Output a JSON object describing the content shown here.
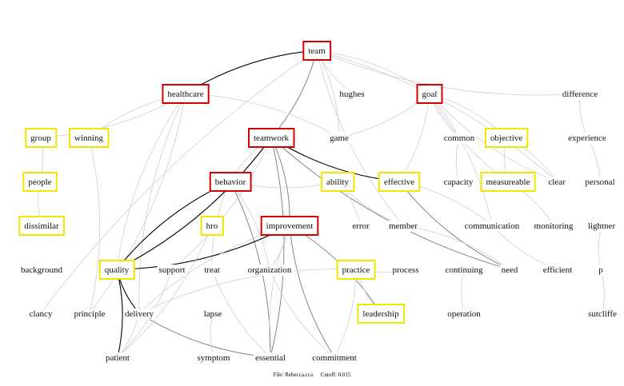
{
  "nodes": [
    {
      "id": "team",
      "label": "team",
      "style": "red"
    },
    {
      "id": "healthcare",
      "label": "healthcare",
      "style": "red"
    },
    {
      "id": "hughes",
      "label": "hughes",
      "style": "plain"
    },
    {
      "id": "goal",
      "label": "goal",
      "style": "red"
    },
    {
      "id": "difference",
      "label": "difference",
      "style": "plain"
    },
    {
      "id": "group",
      "label": "group",
      "style": "yellow"
    },
    {
      "id": "winning",
      "label": "winning",
      "style": "yellow"
    },
    {
      "id": "teamwork",
      "label": "teamwork",
      "style": "red"
    },
    {
      "id": "game",
      "label": "game",
      "style": "plain"
    },
    {
      "id": "common",
      "label": "common",
      "style": "plain"
    },
    {
      "id": "objective",
      "label": "objective",
      "style": "yellow"
    },
    {
      "id": "experience",
      "label": "experience",
      "style": "plain"
    },
    {
      "id": "people",
      "label": "people",
      "style": "yellow"
    },
    {
      "id": "behavior",
      "label": "behavior",
      "style": "red"
    },
    {
      "id": "ability",
      "label": "ability",
      "style": "yellow"
    },
    {
      "id": "effective",
      "label": "effective",
      "style": "yellow"
    },
    {
      "id": "capacity",
      "label": "capacity",
      "style": "plain"
    },
    {
      "id": "measureable",
      "label": "measureable",
      "style": "yellow"
    },
    {
      "id": "clear",
      "label": "clear",
      "style": "plain"
    },
    {
      "id": "personal",
      "label": "personal",
      "style": "plain"
    },
    {
      "id": "dissimilar",
      "label": "dissimilar",
      "style": "yellow"
    },
    {
      "id": "hro",
      "label": "hro",
      "style": "yellow"
    },
    {
      "id": "improvement",
      "label": "improvement",
      "style": "red"
    },
    {
      "id": "error",
      "label": "error",
      "style": "plain"
    },
    {
      "id": "member",
      "label": "member",
      "style": "plain"
    },
    {
      "id": "communication",
      "label": "communication",
      "style": "plain"
    },
    {
      "id": "monitoring",
      "label": "monitoring",
      "style": "plain"
    },
    {
      "id": "lightner",
      "label": "lightner",
      "style": "plain"
    },
    {
      "id": "background",
      "label": "background",
      "style": "plain"
    },
    {
      "id": "quality",
      "label": "quality",
      "style": "yellow"
    },
    {
      "id": "support",
      "label": "support",
      "style": "plain"
    },
    {
      "id": "treat",
      "label": "treat",
      "style": "plain"
    },
    {
      "id": "organization",
      "label": "organization",
      "style": "plain"
    },
    {
      "id": "practice",
      "label": "practice",
      "style": "yellow"
    },
    {
      "id": "process",
      "label": "process",
      "style": "plain"
    },
    {
      "id": "continuing",
      "label": "continuing",
      "style": "plain"
    },
    {
      "id": "need",
      "label": "need",
      "style": "plain"
    },
    {
      "id": "efficient",
      "label": "efficient",
      "style": "plain"
    },
    {
      "id": "p",
      "label": "p",
      "style": "plain"
    },
    {
      "id": "clancy",
      "label": "clancy",
      "style": "plain"
    },
    {
      "id": "principle",
      "label": "principle",
      "style": "plain"
    },
    {
      "id": "delivery",
      "label": "delivery",
      "style": "plain"
    },
    {
      "id": "lapse",
      "label": "lapse",
      "style": "plain"
    },
    {
      "id": "leadership",
      "label": "leadership",
      "style": "yellow"
    },
    {
      "id": "operation",
      "label": "operation",
      "style": "plain"
    },
    {
      "id": "sutcliffe",
      "label": "sutcliffe",
      "style": "plain"
    },
    {
      "id": "patient",
      "label": "patient",
      "style": "plain"
    },
    {
      "id": "symptom",
      "label": "symptom",
      "style": "plain"
    },
    {
      "id": "essential",
      "label": "essential",
      "style": "plain"
    },
    {
      "id": "commitment",
      "label": "commitment",
      "style": "plain"
    }
  ],
  "edges": [
    {
      "from": "team",
      "to": "healthcare",
      "weight": "strong"
    },
    {
      "from": "team",
      "to": "teamwork",
      "weight": "medium"
    },
    {
      "from": "team",
      "to": "hughes",
      "weight": "light"
    },
    {
      "from": "team",
      "to": "goal",
      "weight": "light"
    },
    {
      "from": "team",
      "to": "difference",
      "weight": "light"
    },
    {
      "from": "team",
      "to": "game",
      "weight": "light"
    },
    {
      "from": "team",
      "to": "member",
      "weight": "light"
    },
    {
      "from": "team",
      "to": "clear",
      "weight": "light"
    },
    {
      "from": "team",
      "to": "clancy",
      "weight": "light"
    },
    {
      "from": "healthcare",
      "to": "group",
      "weight": "light"
    },
    {
      "from": "healthcare",
      "to": "winning",
      "weight": "light"
    },
    {
      "from": "healthcare",
      "to": "game",
      "weight": "light"
    },
    {
      "from": "healthcare",
      "to": "quality",
      "weight": "light"
    },
    {
      "from": "healthcare",
      "to": "principle",
      "weight": "light"
    },
    {
      "from": "healthcare",
      "to": "delivery",
      "weight": "light"
    },
    {
      "from": "teamwork",
      "to": "quality",
      "weight": "strong"
    },
    {
      "from": "teamwork",
      "to": "effective",
      "weight": "strong"
    },
    {
      "from": "teamwork",
      "to": "improvement",
      "weight": "medium"
    },
    {
      "from": "teamwork",
      "to": "behavior",
      "weight": "light"
    },
    {
      "from": "teamwork",
      "to": "essential",
      "weight": "medium"
    },
    {
      "from": "teamwork",
      "to": "need",
      "weight": "medium"
    },
    {
      "from": "teamwork",
      "to": "support",
      "weight": "light"
    },
    {
      "from": "behavior",
      "to": "quality",
      "weight": "strong"
    },
    {
      "from": "behavior",
      "to": "essential",
      "weight": "medium"
    },
    {
      "from": "behavior",
      "to": "treat",
      "weight": "light"
    },
    {
      "from": "behavior",
      "to": "organization",
      "weight": "light"
    },
    {
      "from": "behavior",
      "to": "ability",
      "weight": "light"
    },
    {
      "from": "improvement",
      "to": "quality",
      "weight": "strong"
    },
    {
      "from": "improvement",
      "to": "commitment",
      "weight": "medium"
    },
    {
      "from": "improvement",
      "to": "leadership",
      "weight": "medium"
    },
    {
      "from": "improvement",
      "to": "essential",
      "weight": "light"
    },
    {
      "from": "improvement",
      "to": "organization",
      "weight": "light"
    },
    {
      "from": "improvement",
      "to": "delivery",
      "weight": "light"
    },
    {
      "from": "quality",
      "to": "patient",
      "weight": "strong"
    },
    {
      "from": "quality",
      "to": "delivery",
      "weight": "strong"
    },
    {
      "from": "delivery",
      "to": "patient",
      "weight": "light"
    },
    {
      "from": "delivery",
      "to": "essential",
      "weight": "medium"
    },
    {
      "from": "goal",
      "to": "game",
      "weight": "light"
    },
    {
      "from": "goal",
      "to": "common",
      "weight": "light"
    },
    {
      "from": "goal",
      "to": "objective",
      "weight": "light"
    },
    {
      "from": "goal",
      "to": "clear",
      "weight": "light"
    },
    {
      "from": "goal",
      "to": "effective",
      "weight": "light"
    },
    {
      "from": "goal",
      "to": "measureable",
      "weight": "light"
    },
    {
      "from": "goal",
      "to": "communication",
      "weight": "light"
    },
    {
      "from": "objective",
      "to": "measureable",
      "weight": "light"
    },
    {
      "from": "objective",
      "to": "clear",
      "weight": "light"
    },
    {
      "from": "difference",
      "to": "experience",
      "weight": "light"
    },
    {
      "from": "experience",
      "to": "personal",
      "weight": "light"
    },
    {
      "from": "common",
      "to": "capacity",
      "weight": "light"
    },
    {
      "from": "group",
      "to": "people",
      "weight": "light"
    },
    {
      "from": "people",
      "to": "dissimilar",
      "weight": "light"
    },
    {
      "from": "ability",
      "to": "error",
      "weight": "light"
    },
    {
      "from": "ability",
      "to": "member",
      "weight": "light"
    },
    {
      "from": "effective",
      "to": "communication",
      "weight": "light"
    },
    {
      "from": "effective",
      "to": "need",
      "weight": "medium"
    },
    {
      "from": "member",
      "to": "need",
      "weight": "light"
    },
    {
      "from": "communication",
      "to": "efficient",
      "weight": "light"
    },
    {
      "from": "measureable",
      "to": "monitoring",
      "weight": "light"
    },
    {
      "from": "lightner",
      "to": "p",
      "weight": "light"
    },
    {
      "from": "p",
      "to": "sutcliffe",
      "weight": "light"
    },
    {
      "from": "practice",
      "to": "leadership",
      "weight": "light"
    },
    {
      "from": "practice",
      "to": "commitment",
      "weight": "light"
    },
    {
      "from": "practice",
      "to": "delivery",
      "weight": "light"
    },
    {
      "from": "process",
      "to": "practice",
      "weight": "light"
    },
    {
      "from": "continuing",
      "to": "operation",
      "weight": "light"
    },
    {
      "from": "hro",
      "to": "patient",
      "weight": "light"
    },
    {
      "from": "lapse",
      "to": "symptom",
      "weight": "light"
    },
    {
      "from": "support",
      "to": "patient",
      "weight": "light"
    },
    {
      "from": "treat",
      "to": "essential",
      "weight": "light"
    },
    {
      "from": "winning",
      "to": "principle",
      "weight": "light"
    },
    {
      "from": "organization",
      "to": "commitment",
      "weight": "light"
    }
  ],
  "footer": {
    "file": "File: Rebecca.cca",
    "cutoff": "Cutoff: 0.015"
  }
}
